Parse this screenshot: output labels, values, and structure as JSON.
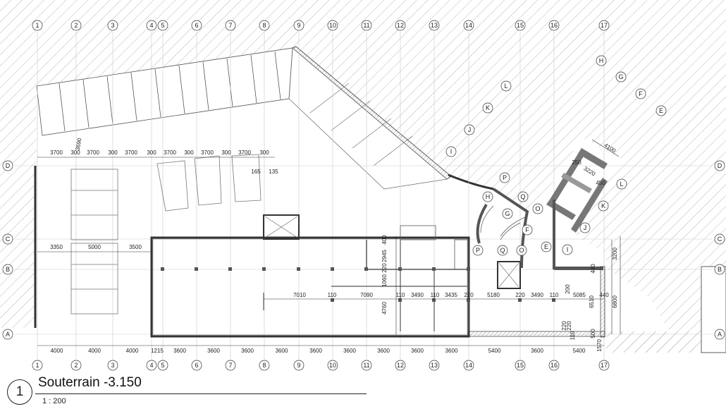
{
  "view": {
    "number": "1",
    "title": "Souterrain -3.150",
    "scale": "1 : 200"
  },
  "grid_columns": [
    "1",
    "2",
    "3",
    "4",
    "5",
    "6",
    "7",
    "8",
    "9",
    "10",
    "11",
    "12",
    "13",
    "14",
    "15",
    "16",
    "17"
  ],
  "grid_rows_main": [
    "A",
    "B",
    "C",
    "D"
  ],
  "grid_rows_diagonal": [
    "E",
    "F",
    "G",
    "H",
    "I",
    "J",
    "K",
    "L"
  ],
  "grid_rows_diagonal_short": [
    "O",
    "P",
    "Q"
  ],
  "dimensions": {
    "bottom_chain": [
      "4000",
      "4000",
      "4000",
      "1215",
      "3600",
      "3600",
      "3600",
      "3600",
      "3600",
      "3600",
      "3600",
      "3600",
      "3600",
      "5400",
      "3600",
      "5400"
    ],
    "top_chain": [
      "3700",
      "300",
      "3700",
      "300",
      "3700",
      "300",
      "3700",
      "300",
      "3700",
      "300",
      "3700",
      "300"
    ],
    "parking_depth": "3690",
    "column_c_chain": [
      "3350",
      "5000",
      "3500"
    ],
    "interior_chain": [
      "7010",
      "110",
      "7090",
      "110",
      "3490",
      "110",
      "3435",
      "220",
      "5180",
      "220",
      "3490",
      "110",
      "5085",
      "440"
    ],
    "small": [
      "165",
      "135",
      "400",
      "2945",
      "220",
      "1060",
      "4760",
      "200",
      "110",
      "6510",
      "6800",
      "3200",
      "440",
      "500",
      "1570",
      "220",
      "220"
    ],
    "wing": [
      "4100",
      "3220",
      "250",
      "450"
    ]
  }
}
